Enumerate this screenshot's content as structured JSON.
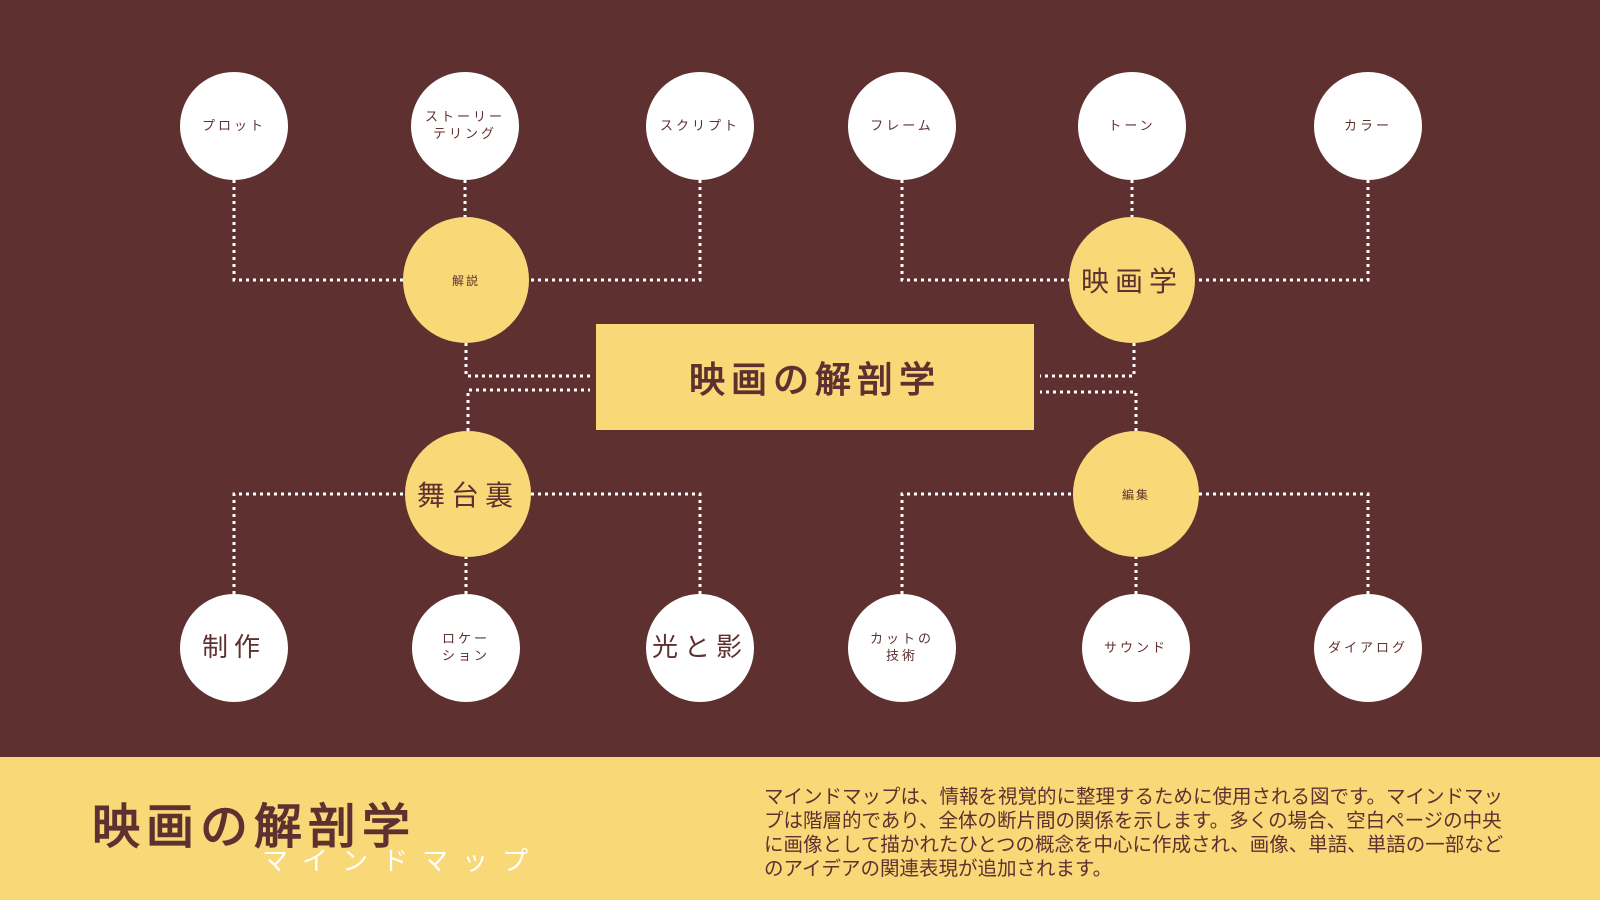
{
  "diagram": {
    "center": "映画の解剖学",
    "branches": [
      {
        "id": "kaisetsu",
        "label": "解説",
        "big": false,
        "leaves": [
          "プロット",
          "ストーリー\nテリング",
          "スクリプト"
        ]
      },
      {
        "id": "eigagaku",
        "label": "映画学",
        "big": true,
        "leaves": [
          "フレーム",
          "トーン",
          "カラー"
        ]
      },
      {
        "id": "butaiura",
        "label": "舞台裏",
        "big": true,
        "leaves": [
          "制作",
          "ロケー\nション",
          "光と影"
        ]
      },
      {
        "id": "henshu",
        "label": "編集",
        "big": false,
        "leaves": [
          "カットの\n技術",
          "サウンド",
          "ダイアログ"
        ]
      }
    ],
    "big_leaves": [
      "制作",
      "光と影"
    ]
  },
  "footer": {
    "title": "映画の解剖学",
    "subtitle": "マインドマップ",
    "description": "マインドマップは、情報を視覚的に整理するために使用される図です。マインドマップは階層的であり、全体の断片間の関係を示します。多くの場合、空白ページの中央に画像として描かれたひとつの概念を中心に作成され、画像、単語、単語の一部などのアイデアの関連表現が追加されます。"
  },
  "colors": {
    "background": "#5e3030",
    "accent": "#f8d877",
    "node": "#ffffff"
  }
}
